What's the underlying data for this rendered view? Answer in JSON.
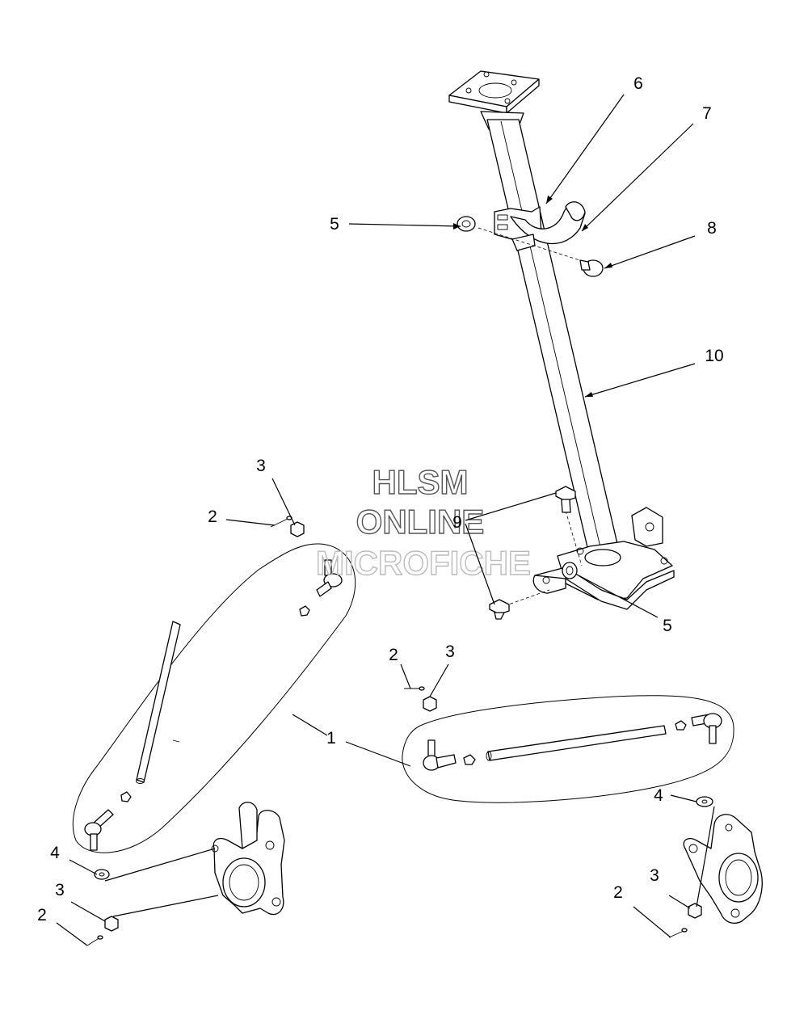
{
  "watermark": {
    "line1": "HLSM",
    "line2": "ONLINE",
    "line3": "MICROFICHE",
    "color": "#555555",
    "faint_color": "#bbbbbb"
  },
  "callouts": {
    "c1": "1",
    "c2a": "2",
    "c2b": "2",
    "c2c": "2",
    "c2d": "2",
    "c3a": "3",
    "c3b": "3",
    "c3c": "3",
    "c3d": "3",
    "c4a": "4",
    "c4b": "4",
    "c5a": "5",
    "c5b": "5",
    "c6": "6",
    "c7": "7",
    "c8": "8",
    "c9": "9",
    "c10": "10"
  }
}
